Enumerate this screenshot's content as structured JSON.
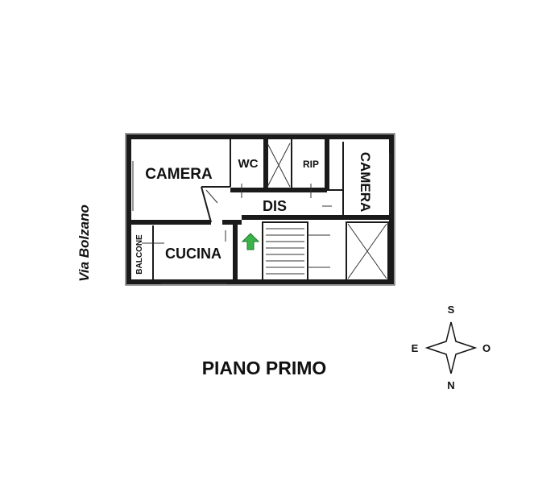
{
  "street": "Via Bolzano",
  "floor_title": "PIANO PRIMO",
  "rooms": {
    "camera_left": "CAMERA",
    "wc": "WC",
    "rip": "RIP",
    "camera_right": "CAMERA",
    "dis": "DIS",
    "cucina": "CUCINA",
    "balcone": "BALCONE"
  },
  "compass": {
    "north": "N",
    "south": "S",
    "east": "E",
    "west": "O"
  },
  "colors": {
    "entrance_arrow": "#3bb34a",
    "walls": "#1a1a1a"
  }
}
